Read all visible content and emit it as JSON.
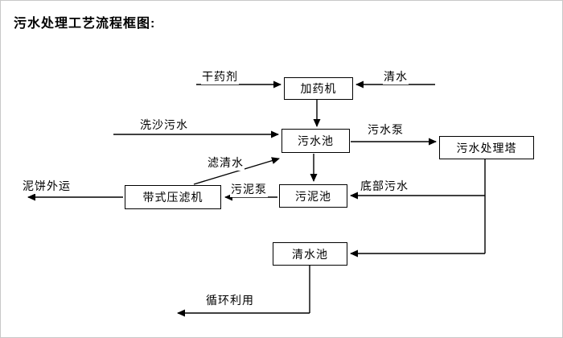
{
  "title": "污水处理工艺流程框图:",
  "nodes": {
    "dosing": "加药机",
    "sewage_pool": "污水池",
    "treatment_tower": "污水处理塔",
    "sludge_pool": "污泥池",
    "belt_press": "带式压滤机",
    "clean_pool": "清水池"
  },
  "labels": {
    "dry_agent": "干药剂",
    "clean_water": "清水",
    "sand_wash": "洗沙污水",
    "sewage_pump": "污水泵",
    "filtered_water": "滤清水",
    "sludge_pump": "污泥泵",
    "bottom_sewage": "底部污水",
    "mud_out": "泥饼外运",
    "recycle": "循环利用"
  },
  "colors": {
    "background": "#ffffff",
    "line": "#000000",
    "box_border": "#000000",
    "text": "#000000"
  }
}
